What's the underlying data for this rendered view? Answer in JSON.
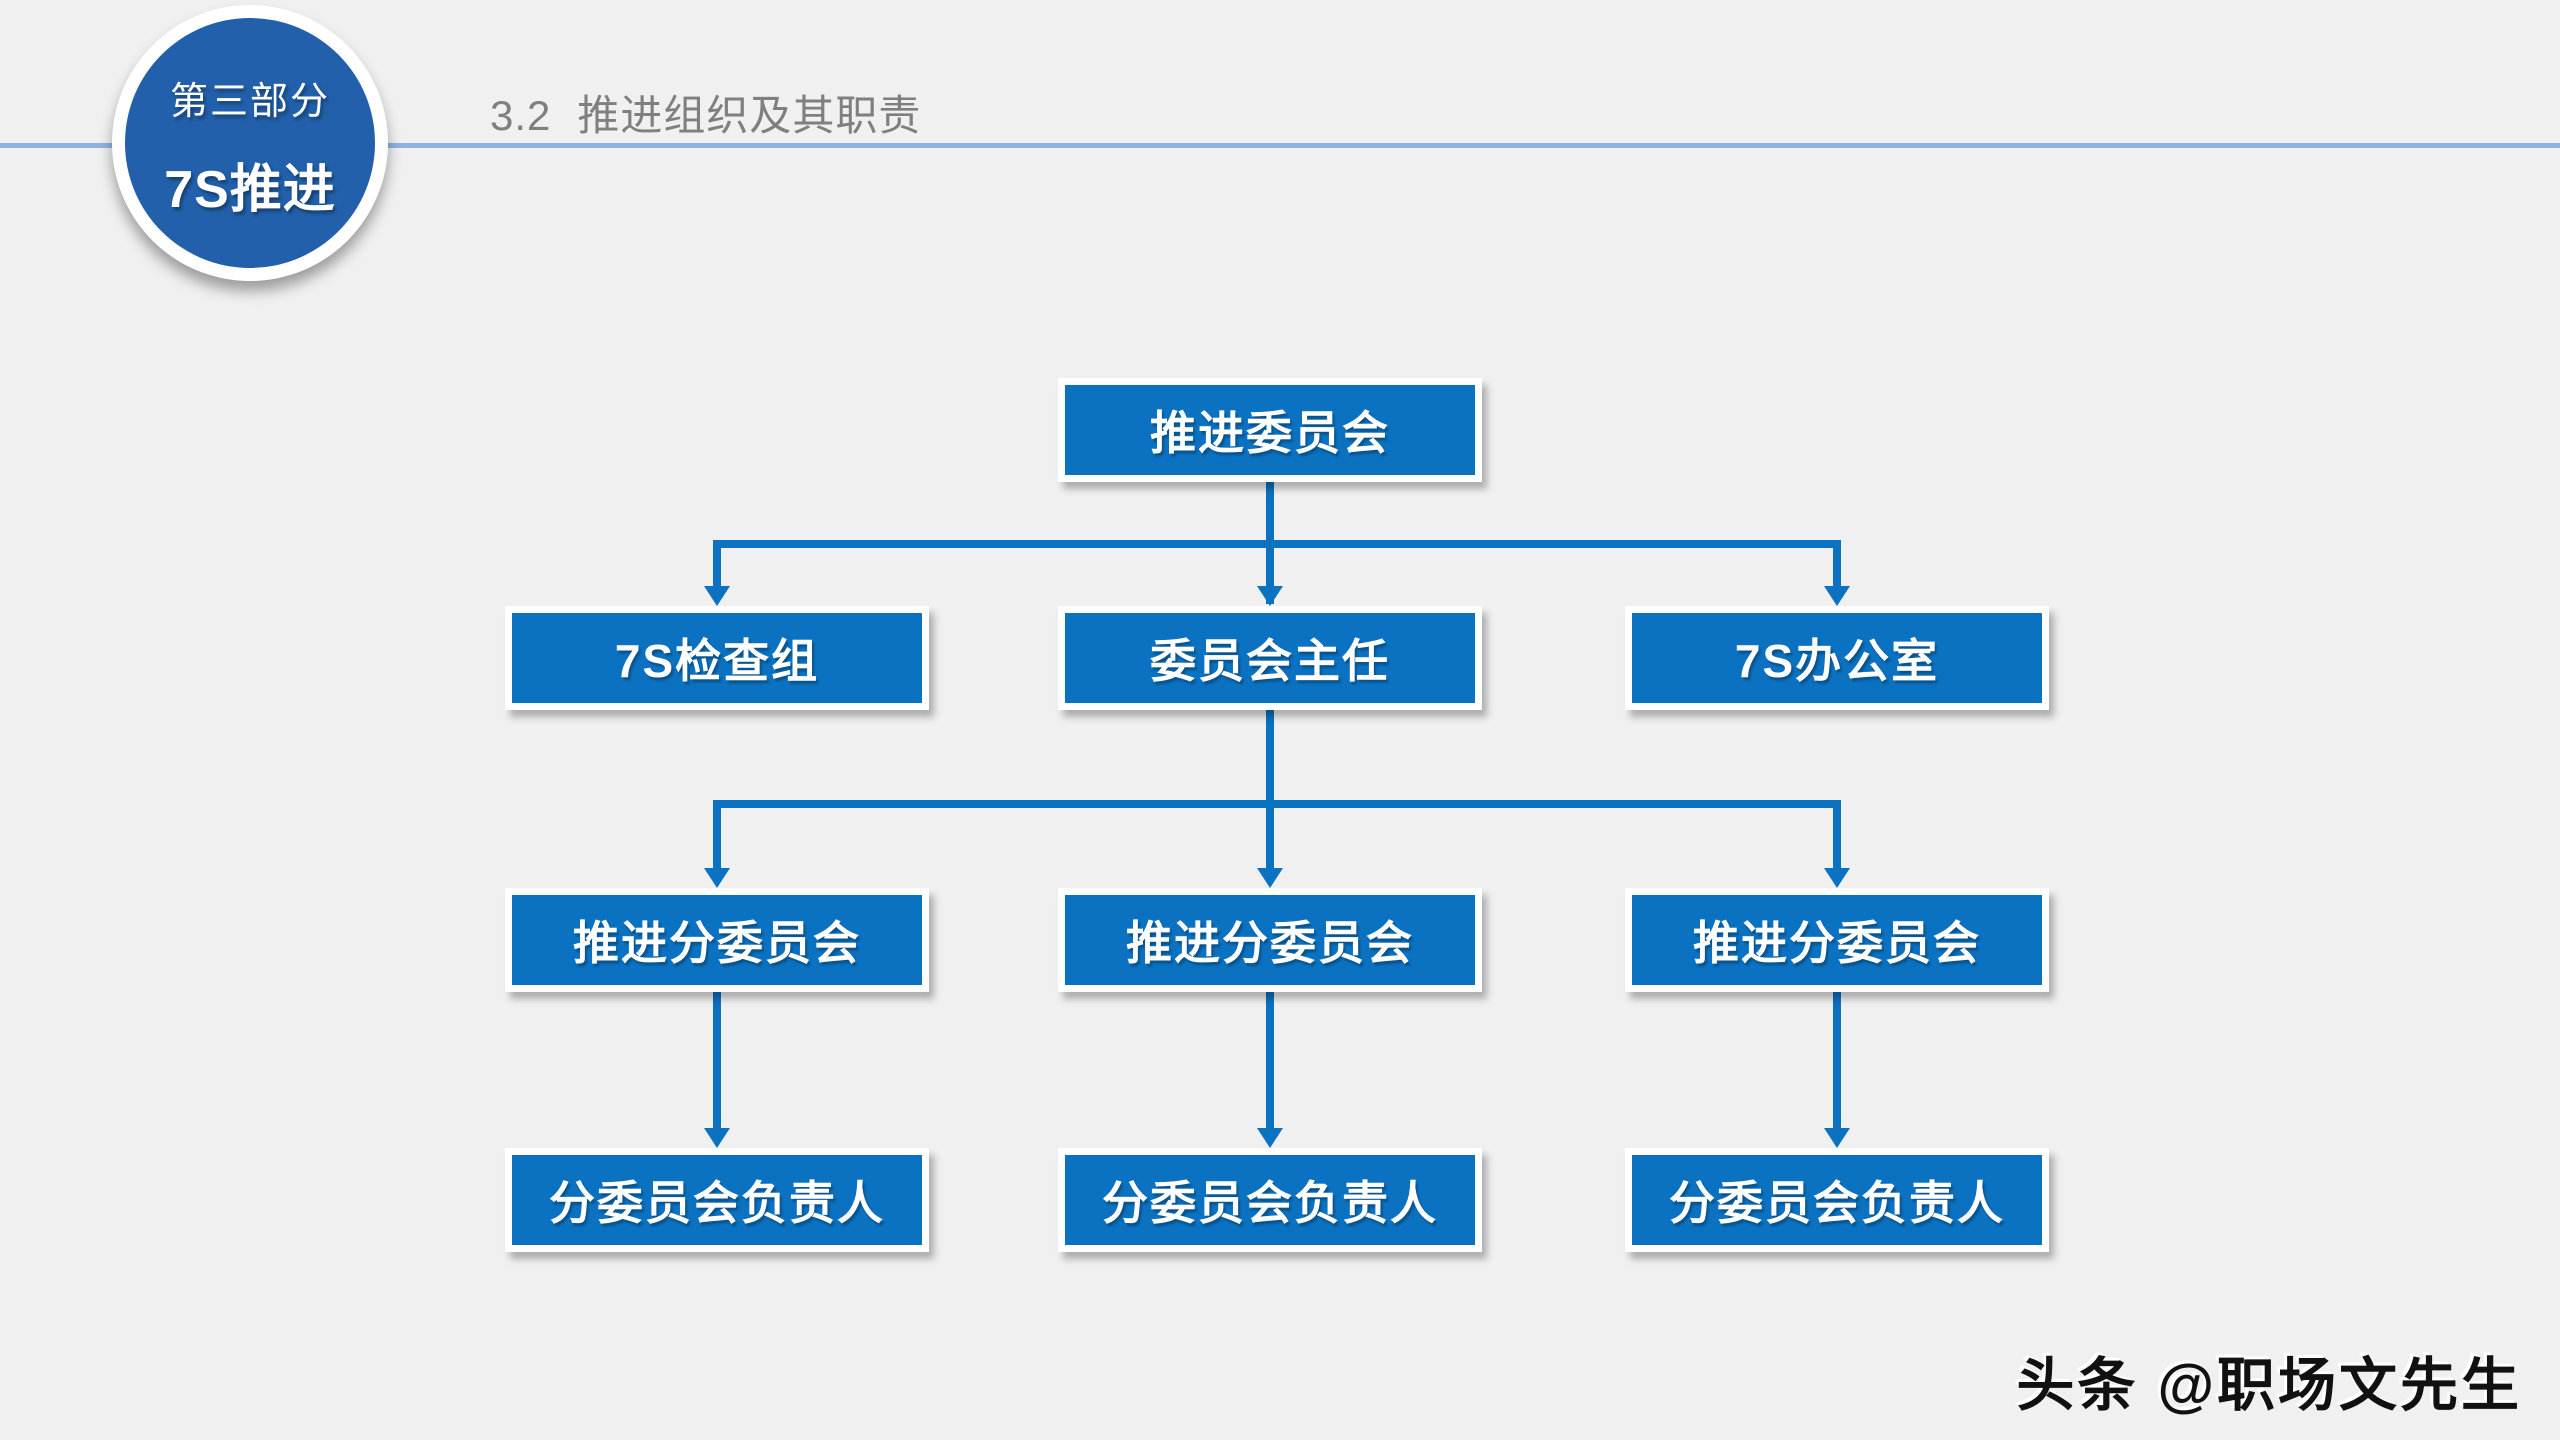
{
  "badge": {
    "part": "第三部分",
    "topic": "7S推进"
  },
  "header": {
    "section_number": "3.2",
    "title": "推进组织及其职责"
  },
  "org_chart": {
    "type": "org-tree",
    "nodes": {
      "root": {
        "label": "推进委员会"
      },
      "level2": [
        {
          "label": "7S检查组"
        },
        {
          "label": "委员会主任"
        },
        {
          "label": "7S办公室"
        }
      ],
      "level3": [
        {
          "label": "推进分委员会"
        },
        {
          "label": "推进分委员会"
        },
        {
          "label": "推进分委员会"
        }
      ],
      "level4": [
        {
          "label": "分委员会负责人"
        },
        {
          "label": "分委员会负责人"
        },
        {
          "label": "分委员会负责人"
        }
      ]
    },
    "edges": [
      [
        "推进委员会",
        "7S检查组"
      ],
      [
        "推进委员会",
        "委员会主任"
      ],
      [
        "推进委员会",
        "7S办公室"
      ],
      [
        "委员会主任",
        "推进分委员会 (左)"
      ],
      [
        "委员会主任",
        "推进分委员会 (中)"
      ],
      [
        "委员会主任",
        "推进分委员会 (右)"
      ],
      [
        "推进分委员会 (左)",
        "分委员会负责人 (左)"
      ],
      [
        "推进分委员会 (中)",
        "分委员会负责人 (中)"
      ],
      [
        "推进分委员会 (右)",
        "分委员会负责人 (右)"
      ]
    ]
  },
  "watermark": "头条 @职场文先生",
  "colors": {
    "node_blue": "#0b72c1",
    "badge_blue": "#2260ab",
    "rule_blue": "#8fb3e0",
    "header_gray": "#7f7f7f",
    "background": "#f0f0f1",
    "watermark_black": "#111111"
  }
}
